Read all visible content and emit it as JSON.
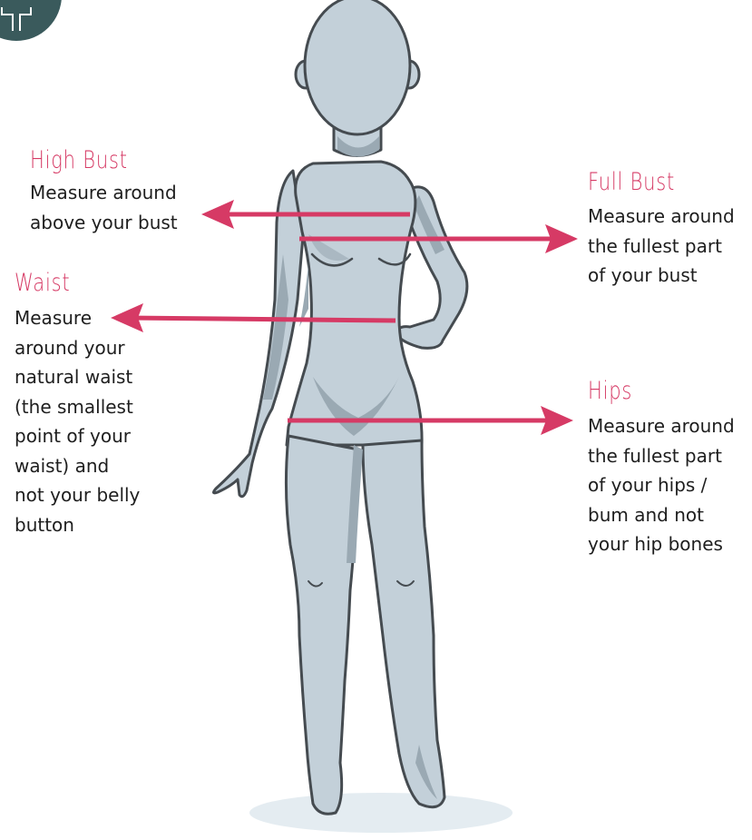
{
  "colors": {
    "accent": "#d63a65",
    "figure_fill": "#c3d0d9",
    "figure_shadow": "#9aa9b3",
    "outline": "#454b50",
    "logo": "#3a5a5c",
    "floor": "#e4ecf1",
    "text": "#1e1e1e"
  },
  "icons": {
    "logo": "logo-badge-icon"
  },
  "labels": {
    "high_bust": {
      "title": "High Bust",
      "lines": [
        "Measure around",
        "above your bust"
      ]
    },
    "full_bust": {
      "title": "Full Bust",
      "lines": [
        "Measure around",
        "the fullest part",
        "of your bust"
      ]
    },
    "waist": {
      "title": "Waist",
      "lines": [
        "Measure",
        "around your",
        "natural waist",
        "(the smallest",
        "point of your",
        "waist) and",
        "not your belly",
        "button"
      ]
    },
    "hips": {
      "title": "Hips",
      "lines": [
        "Measure around",
        "the fullest part",
        "of your hips /",
        "bum and not",
        "your hip bones"
      ]
    }
  }
}
